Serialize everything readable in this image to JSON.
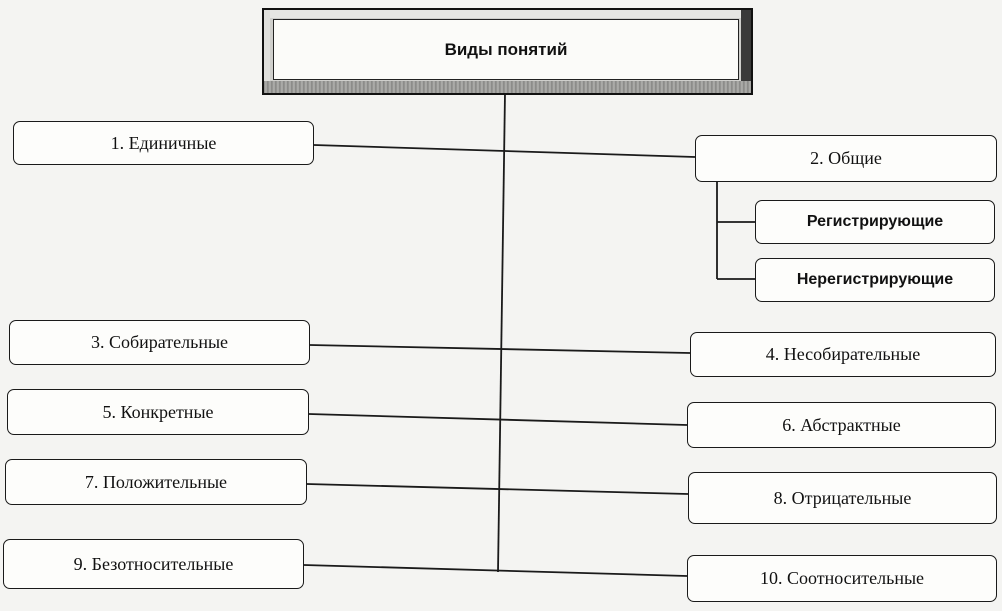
{
  "title": "Виды понятий",
  "nodes": {
    "n1": "1. Единичные",
    "n2": "2. Общие",
    "n2_sub1": "Регистрирующие",
    "n2_sub2": "Нерегистрирующие",
    "n3": "3. Собирательные",
    "n4": "4. Несобирательные",
    "n5": "5. Конкретные",
    "n6": "6. Абстрактные",
    "n7": "7. Положительные",
    "n8": "8. Отрицательные",
    "n9": "9. Безотносительные",
    "n10": "10. Соотносительные"
  }
}
